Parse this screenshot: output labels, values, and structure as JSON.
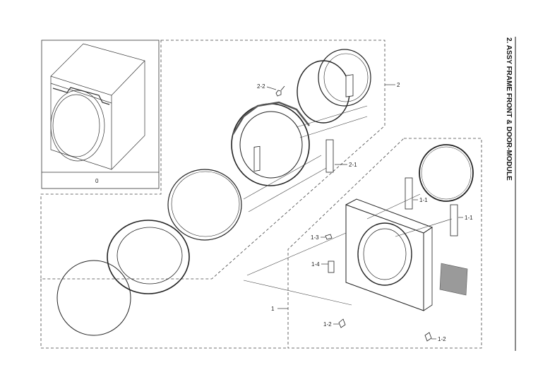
{
  "title": "2. ASSY FRAME FRONT & DOOR-MODULE",
  "callouts": {
    "c0": "0",
    "c1": "1",
    "c1_1a": "1-1",
    "c1_1b": "1-1",
    "c1_2a": "1-2",
    "c1_2b": "1-2",
    "c1_3": "1-3",
    "c1_4": "1-4",
    "c2": "2",
    "c2_1": "2-1",
    "c2_2": "2-2"
  }
}
